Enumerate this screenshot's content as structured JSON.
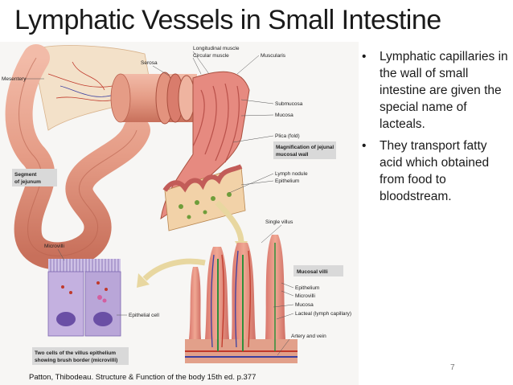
{
  "slide": {
    "title": "Lymphatic Vessels in Small Intestine",
    "bullets": [
      "Lymphatic capillaries in the wall of small intestine are given the special name of lacteals.",
      "They transport fatty acid which obtained from food to bloodstream."
    ],
    "page_number": "7",
    "citation": "Patton, Thibodeau. Structure & Function of the body 15th ed. p.377"
  },
  "figure": {
    "labels": {
      "mesentery": "Mesentery",
      "serosa": "Serosa",
      "longitudinal": "Longitudinal muscle",
      "circular": "Circular muscle",
      "muscularis": "Muscularis",
      "submucosa": "Submucosa",
      "mucosa_top": "Mucosa",
      "plica": "Plica (fold)",
      "magnification": "Magnification of jejunal",
      "magnification2": "mucosal wall",
      "lymph_nodule": "Lymph nodule",
      "epithelium_top": "Epithelium",
      "segment": "Segment",
      "segment2": "of jejunum",
      "single_villus": "Single villus",
      "microvilli_top": "Microvilli",
      "mucosal_villi": "Mucosal villi",
      "epithelium": "Epithelium",
      "microvilli": "Microvilli",
      "mucosa": "Mucosa",
      "lacteal": "Lacteal (lymph capillary)",
      "artery_vein": "Artery and vein",
      "epithelial_cell": "Epithelial cell",
      "cells_caption1": "Two cells of the villus epithelium",
      "cells_caption2": "showing brush border (microvilli)"
    }
  },
  "colors": {
    "intestine": "#e9a08a",
    "intestine_dark": "#c96b57",
    "mucosa": "#d8787a",
    "lacteal": "#2f8f3a",
    "artery": "#c0392b",
    "vein": "#3b3fa0",
    "cell": "#b9a6d8",
    "label_box": "#d9d9d9"
  }
}
